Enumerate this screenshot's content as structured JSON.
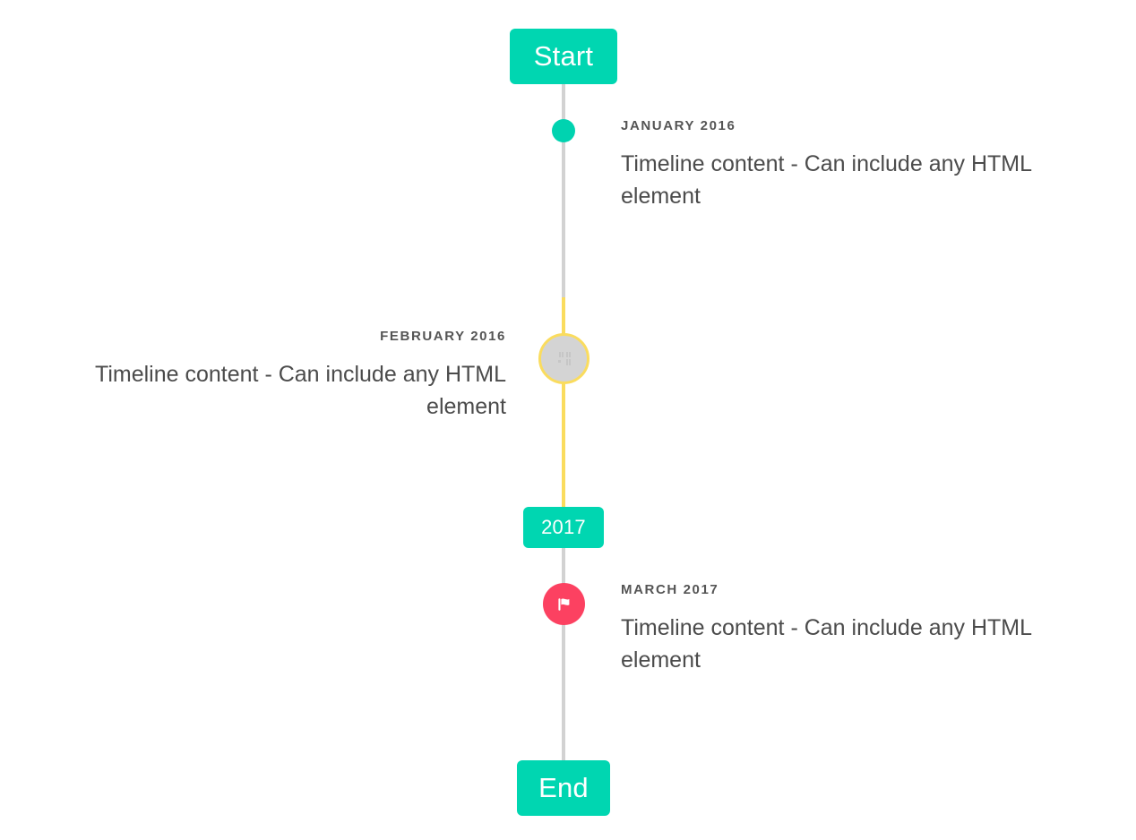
{
  "theme": {
    "accent": "#00d6b1",
    "line_default": "#d2d2d2",
    "line_highlight": "#fadc5e",
    "marker_flag_bg": "#fc4161",
    "marker_image_bg": "#d4d4d4",
    "heading_color": "#555555",
    "body_color": "#4b4b4b"
  },
  "caps": {
    "start_label": "Start",
    "middle_label": "2017",
    "end_label": "End"
  },
  "events": [
    {
      "id": "january-2016",
      "heading": "JANUARY 2016",
      "body": "Timeline content - Can include any HTML element",
      "side": "right",
      "marker_icon": "dot-icon"
    },
    {
      "id": "february-2016",
      "heading": "FEBRUARY 2016",
      "body": "Timeline content - Can include any HTML element",
      "side": "left",
      "marker_icon": "broken-image-icon"
    },
    {
      "id": "march-2017",
      "heading": "MARCH 2017",
      "body": "Timeline content - Can include any HTML element",
      "side": "right",
      "marker_icon": "flag-icon"
    }
  ]
}
